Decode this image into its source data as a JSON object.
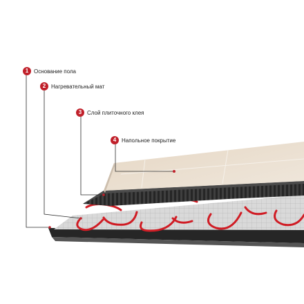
{
  "layers": [
    {
      "number": "1",
      "label": "Основание пола"
    },
    {
      "number": "2",
      "label": "Нагревательный мат"
    },
    {
      "number": "3",
      "label": "Слой плиточного клея"
    },
    {
      "number": "4",
      "label": "Напольное покрытие"
    }
  ],
  "colors": {
    "badge": "#c0202a",
    "leader_line": "#2a2a2a",
    "cable": "#d01c24",
    "tile": "#e8dccd",
    "adhesive": "#3a3a3a",
    "mesh": "#c8c8c8",
    "base": "#2a2a2a"
  }
}
